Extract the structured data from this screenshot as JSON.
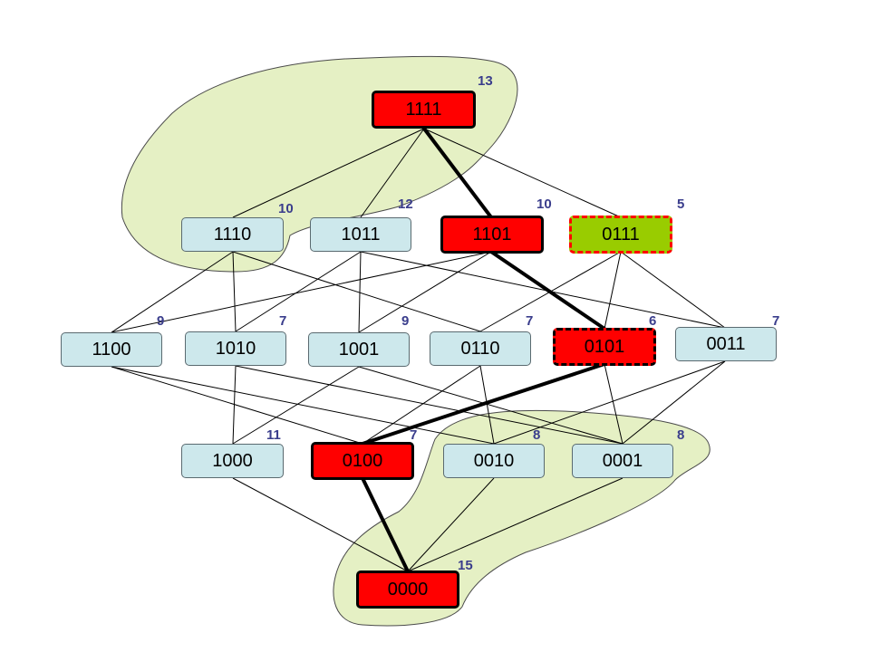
{
  "colors": {
    "region_fill": "#e5f0c4",
    "node_fill": "#cde8ec",
    "highlight_fill": "#ff0000",
    "target_fill": "#99cc00",
    "count_text": "#3a3d8c"
  },
  "nodes": {
    "n1111": {
      "label": "1111",
      "count": "13",
      "style": "red"
    },
    "n1110": {
      "label": "1110",
      "count": "10",
      "style": "normal"
    },
    "n1011": {
      "label": "1011",
      "count": "12",
      "style": "normal"
    },
    "n1101": {
      "label": "1101",
      "count": "10",
      "style": "red"
    },
    "n0111": {
      "label": "0111",
      "count": "5",
      "style": "green-dashed"
    },
    "n1100": {
      "label": "1100",
      "count": "9",
      "style": "normal"
    },
    "n1010": {
      "label": "1010",
      "count": "7",
      "style": "normal"
    },
    "n1001": {
      "label": "1001",
      "count": "9",
      "style": "normal"
    },
    "n0110": {
      "label": "0110",
      "count": "7",
      "style": "normal"
    },
    "n0101": {
      "label": "0101",
      "count": "6",
      "style": "red-dashed"
    },
    "n0011": {
      "label": "0011",
      "count": "7",
      "style": "normal"
    },
    "n1000": {
      "label": "1000",
      "count": "11",
      "style": "normal"
    },
    "n0100": {
      "label": "0100",
      "count": "7",
      "style": "red"
    },
    "n0010": {
      "label": "0010",
      "count": "8",
      "style": "normal"
    },
    "n0001": {
      "label": "0001",
      "count": "8",
      "style": "normal"
    },
    "n0000": {
      "label": "0000",
      "count": "15",
      "style": "red"
    }
  }
}
